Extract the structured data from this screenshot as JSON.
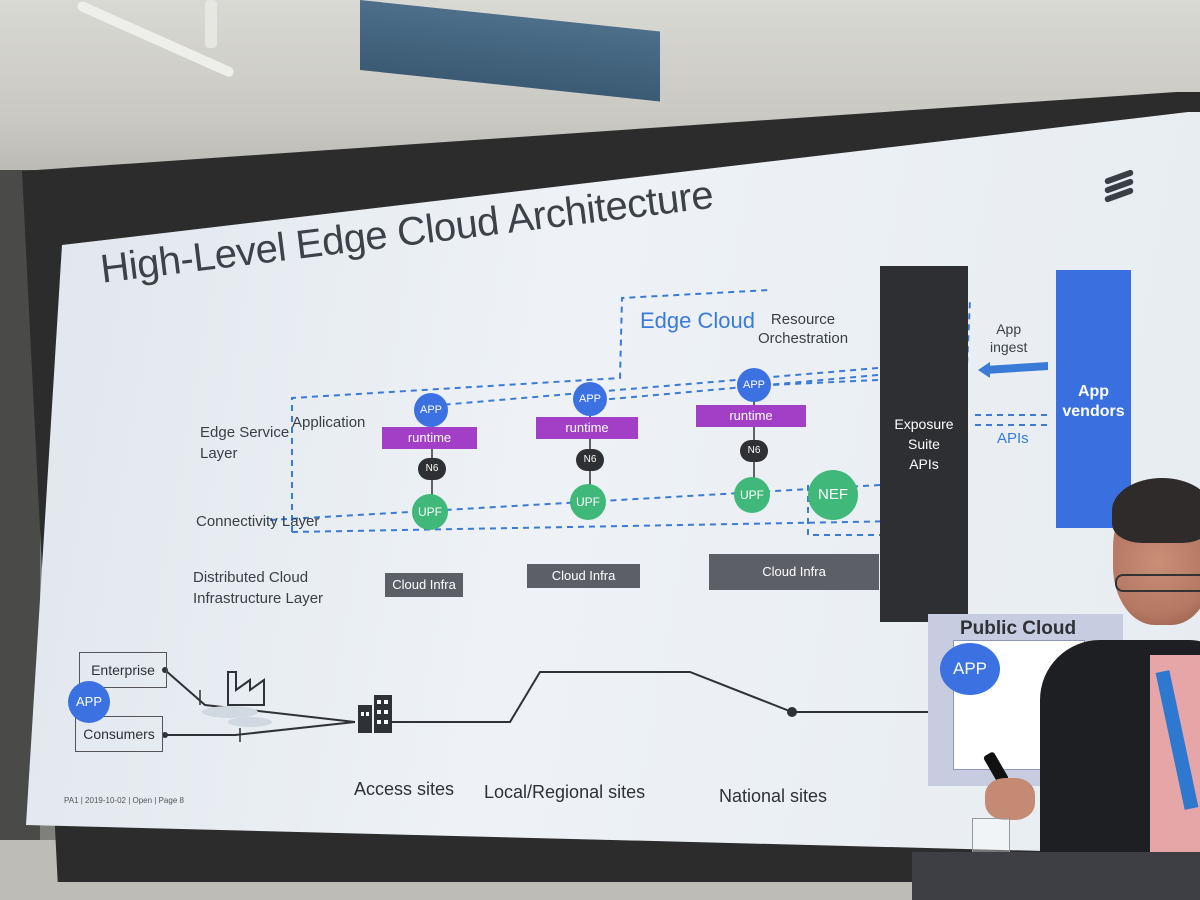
{
  "slide": {
    "title": "High-Level Edge Cloud Architecture",
    "edge_cloud_label": "Edge Cloud",
    "resource_orchestration": [
      "Resource",
      "Orchestration"
    ],
    "layers": {
      "edge_service": [
        "Edge Service",
        "Layer"
      ],
      "application": "Application",
      "connectivity": "Connectivity Layer",
      "distributed": [
        "Distributed Cloud",
        "Infrastructure Layer"
      ]
    },
    "columns": [
      {
        "app": "APP",
        "runtime": "runtime",
        "n6": "N6",
        "upf": "UPF",
        "infra": "Cloud Infra"
      },
      {
        "app": "APP",
        "runtime": "runtime",
        "n6": "N6",
        "upf": "UPF",
        "infra": "Cloud Infra"
      },
      {
        "app": "APP",
        "runtime": "runtime",
        "n6": "N6",
        "upf": "UPF",
        "infra": "Cloud Infra"
      }
    ],
    "nef": "NEF",
    "exposure": [
      "Exposure",
      "Suite",
      "APIs"
    ],
    "app_ingest": [
      "App",
      "ingest"
    ],
    "apis": "APIs",
    "app_vendors": [
      "App",
      "vendors"
    ],
    "public_cloud": {
      "title": "Public Cloud",
      "app": "APP"
    },
    "bottom": {
      "enterprise": "Enterprise",
      "consumers": "Consumers",
      "app": "APP",
      "access_sites": "Access sites",
      "local_regional_sites": "Local/Regional sites",
      "national_sites": "National sites"
    },
    "footer": "PA1 | 2019-10-02 | Open | Page 8"
  },
  "colors": {
    "accent_blue": "#3a7bd5",
    "app_blue": "#3b71e0",
    "runtime_purple": "#a23fc6",
    "upf_green": "#3fb87a",
    "dark_block": "#2e2f32"
  }
}
